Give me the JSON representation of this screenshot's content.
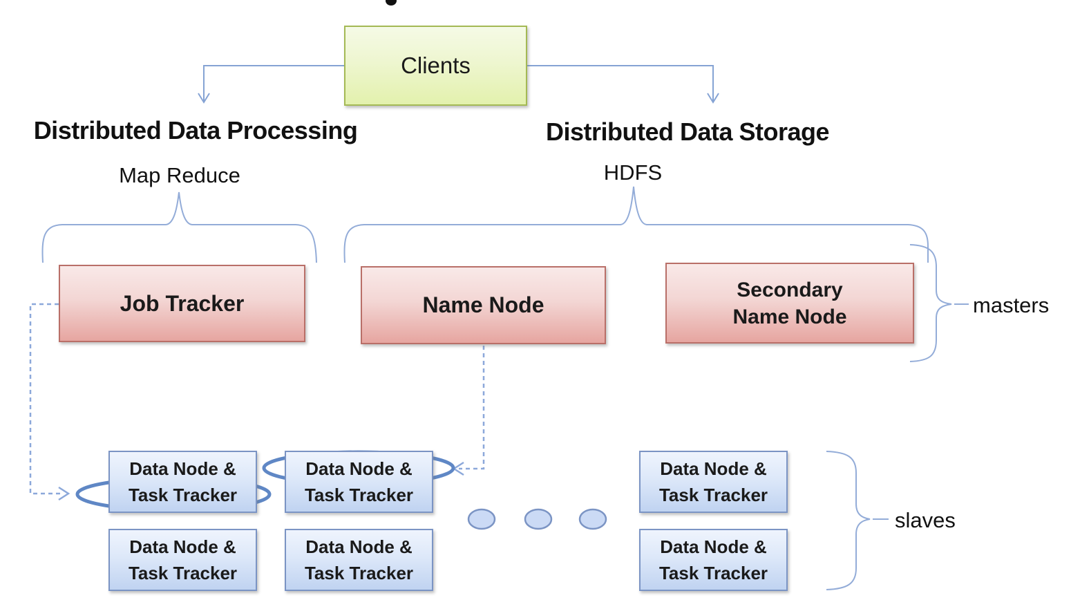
{
  "clients": {
    "label": "Clients"
  },
  "processing": {
    "title": "Distributed Data Processing",
    "subtitle": "Map Reduce"
  },
  "storage": {
    "title": "Distributed Data Storage",
    "subtitle": "HDFS"
  },
  "masters": {
    "job_tracker": "Job Tracker",
    "name_node": "Name Node",
    "secondary_line1": "Secondary",
    "secondary_line2": "Name Node",
    "group_label": "masters"
  },
  "slaves": {
    "node_line1": "Data Node &",
    "node_line2": "Task Tracker",
    "group_label": "slaves"
  },
  "colors": {
    "connector_blue": "#85a3d4",
    "brace_blue": "#93acd8",
    "dashed_blue": "#8ca8da",
    "ellipse_blue": "#5f87c5",
    "client_box_fill": "#e9f3c2",
    "client_box_border": "#a4b954",
    "master_box_fill": "#eec0bc",
    "master_box_border": "#b96f68",
    "slave_box_fill": "#d2e0f6",
    "slave_box_border": "#7b94c4",
    "text_color": "#111111"
  }
}
